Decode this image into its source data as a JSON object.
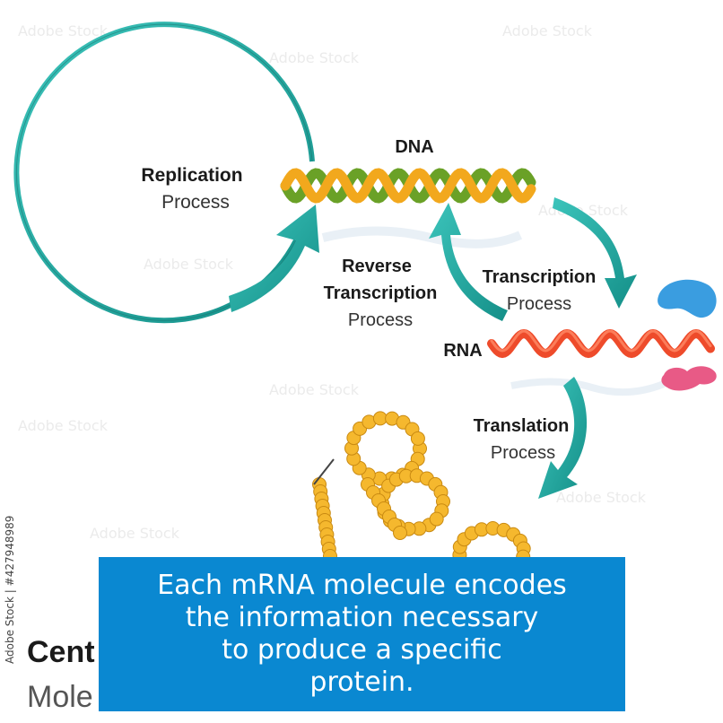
{
  "diagram": {
    "dna_label": "DNA",
    "rna_label": "RNA",
    "replication": {
      "title": "Replication",
      "subtitle": "Process"
    },
    "reverse_transcription": {
      "line1": "Reverse",
      "line2": "Transcription",
      "subtitle": "Process"
    },
    "transcription": {
      "title": "Transcription",
      "subtitle": "Process"
    },
    "translation": {
      "title": "Translation",
      "subtitle": "Process"
    }
  },
  "footer": {
    "title_partial": "Cent",
    "subtitle_partial": "Mole",
    "credit": "Adobe Stock | #427948989"
  },
  "caption": {
    "lines": [
      "Each mRNA molecule encodes",
      "the information necessary",
      "to produce a specific",
      "protein."
    ]
  },
  "colors": {
    "arrow_teal": "#1ea8a0",
    "dna_orange": "#f2a81d",
    "dna_green": "#6aa127",
    "rna_red": "#ee4b2b",
    "protein_yellow": "#f5b82e",
    "caption_bg": "#0a88d1",
    "ribosome_blue": "#3a9de0",
    "ribosome_pink": "#e85a86"
  }
}
